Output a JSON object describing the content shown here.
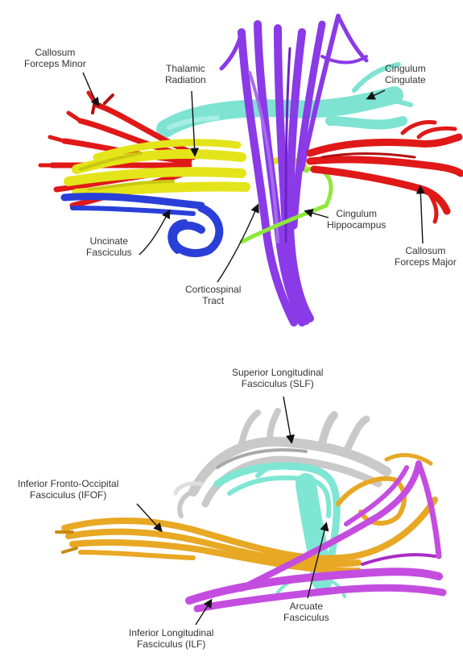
{
  "panels": [
    {
      "id": "top",
      "labels": [
        {
          "key": "callosum_minor",
          "lines": [
            "Callosum",
            "Forceps Minor"
          ]
        },
        {
          "key": "thalamic",
          "lines": [
            "Thalamic",
            "Radiation"
          ]
        },
        {
          "key": "cingulum_cingulate",
          "lines": [
            "Cingulum",
            "Cingulate"
          ]
        },
        {
          "key": "cingulum_hippocampus",
          "lines": [
            "Cingulum",
            "Hippocampus"
          ]
        },
        {
          "key": "callosum_major",
          "lines": [
            "Callosum",
            "Forceps Major"
          ]
        },
        {
          "key": "uncinate",
          "lines": [
            "Uncinate",
            "Fasciculus"
          ]
        },
        {
          "key": "corticospinal",
          "lines": [
            "Corticospinal",
            "Tract"
          ]
        }
      ]
    },
    {
      "id": "bottom",
      "labels": [
        {
          "key": "slf",
          "lines": [
            "Superior Longitudinal",
            "Fasciculus (SLF)"
          ]
        },
        {
          "key": "ifof",
          "lines": [
            "Inferior Fronto-Occipital",
            "Fasciculus (IFOF)"
          ]
        },
        {
          "key": "arcuate",
          "lines": [
            "Arcuate",
            "Fasciculus"
          ]
        },
        {
          "key": "ilf",
          "lines": [
            "Inferior Longitudinal",
            "Fasciculus (ILF)"
          ]
        }
      ]
    }
  ],
  "colors": {
    "callosum": "#e01818",
    "thalamic": "#e4e41a",
    "cingulum_cingulate": "#7fe3d2",
    "cingulum_hippocampus": "#8ee83a",
    "uncinate": "#2a3fd8",
    "corticospinal": "#8a3ae6",
    "slf": "#c9c9c9",
    "ifof": "#e8a824",
    "arcuate": "#7fe6d4",
    "ilf": "#c44de0"
  }
}
